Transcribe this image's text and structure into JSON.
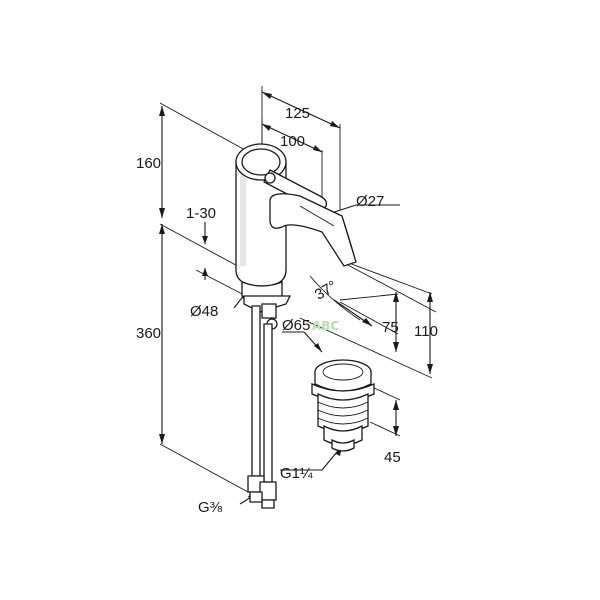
{
  "dimensions": {
    "total_length": "125",
    "lever_reach": "100",
    "height_body": "160",
    "height_below": "360",
    "tap_hole_thickness": "1-30",
    "spout_diameter": "Ø27",
    "body_diameter": "Ø48",
    "waste_diameter": "Ø65",
    "angle": "37°",
    "spout_height_75": "75",
    "spout_height_110": "110",
    "waste_height": "45",
    "waste_thread": "G1¼",
    "hose_thread": "G⅜"
  },
  "watermark": {
    "text": "ABC"
  }
}
